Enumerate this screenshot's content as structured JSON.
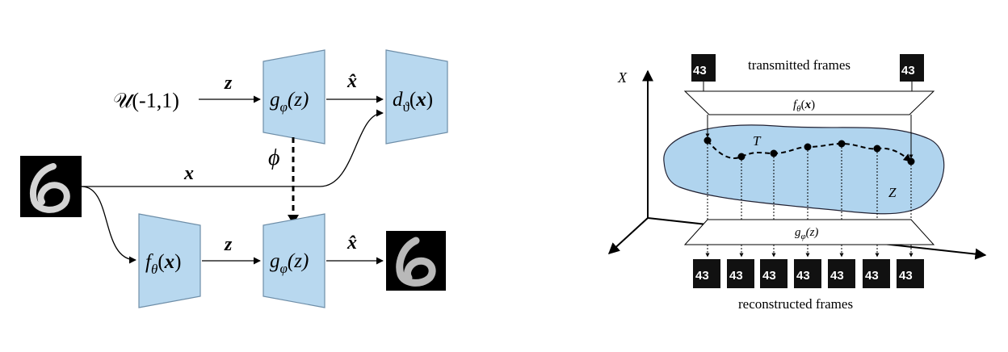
{
  "left": {
    "noise_source": "𝒰(-1,1)",
    "z_top": "z",
    "generator_top": {
      "prefix": "g",
      "sub": "φ",
      "arg": "(z)"
    },
    "xhat_top": "x̂",
    "discriminator": {
      "prefix": "d",
      "sub": "ϑ",
      "open": "(",
      "var": "x",
      "close": ")"
    },
    "phi": "ϕ",
    "x_label": "x",
    "encoder": {
      "prefix": "f",
      "sub": "θ",
      "open": "(",
      "var": "x",
      "close": ")"
    },
    "z_bottom": "z",
    "generator_bottom": {
      "prefix": "g",
      "sub": "φ",
      "arg": "(z)"
    },
    "xhat_bottom": "x̂"
  },
  "right": {
    "axis_x": "X",
    "transmitted_label": "transmitted frames",
    "encoder": {
      "prefix": "f",
      "sub": "θ",
      "open": "(",
      "var": "x",
      "close": ")"
    },
    "trajectory_label": "T",
    "latent_label": "Z",
    "decoder": {
      "prefix": "g",
      "sub": "φ",
      "arg": "(z)"
    },
    "reconstructed_label": "reconstructed frames",
    "frame_digits": "43",
    "reconstructed_count": 7
  },
  "colors": {
    "block_fill": "#b8d8ef",
    "block_stroke": "#6e8ea8",
    "latent_fill": "#b0d4ee"
  }
}
